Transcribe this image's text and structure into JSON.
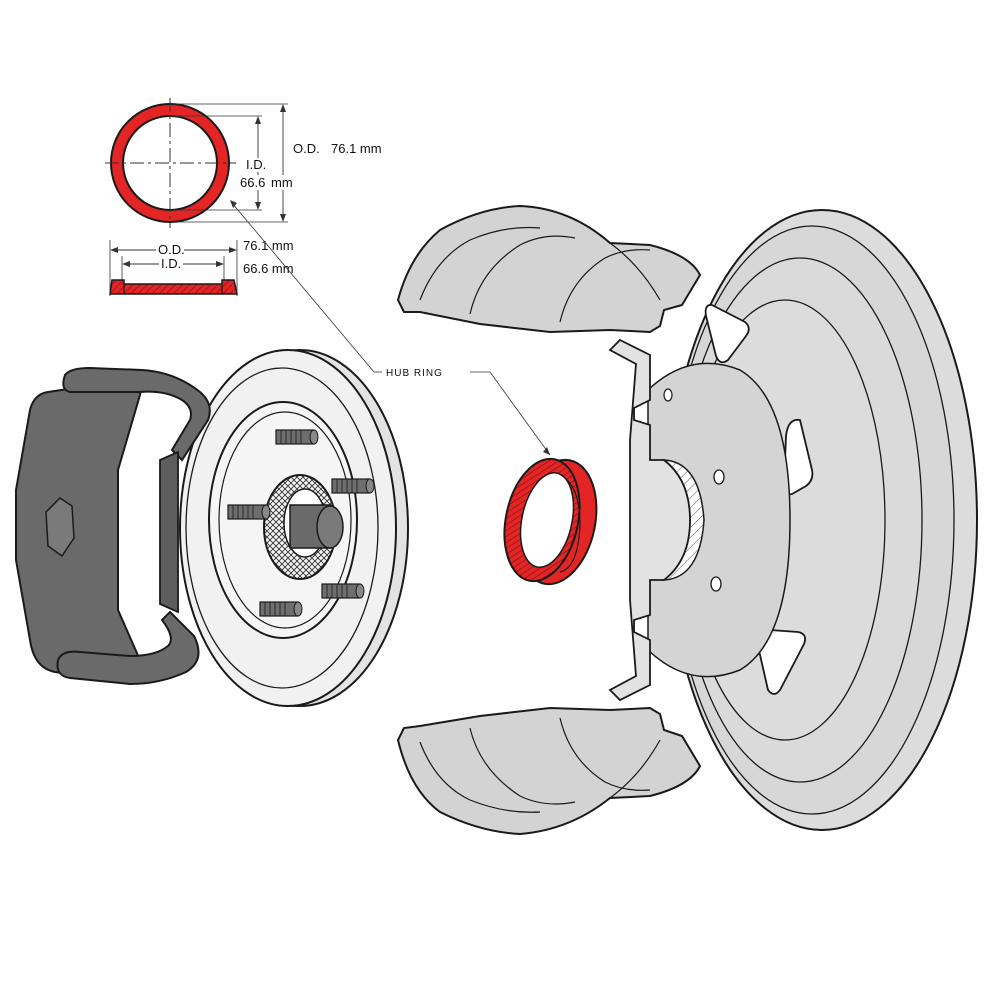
{
  "colors": {
    "ring_red": "#e42525",
    "ring_dark": "#a01818",
    "wheel_fill": "#dcdcdc",
    "wheel_shade": "#cfcfcf",
    "rotor_fill": "#f1f1f1",
    "caliper_fill": "#6a6a6a",
    "stroke": "#1a1a1a"
  },
  "front_view": {
    "od_label": "O.D.",
    "od_value": "76.1 mm",
    "id_label": "I.D.",
    "id_value_a": "66.6",
    "id_value_b": "mm"
  },
  "side_view": {
    "od_label": "O.D.",
    "od_value": "76.1 mm",
    "id_label": "I.D.",
    "id_value": "66.6 mm"
  },
  "callout": {
    "label": "HUB RING"
  },
  "icons": {
    "hub_ring": "hub-ring-icon",
    "wheel": "wheel-icon",
    "rotor": "brake-rotor-icon",
    "caliper": "brake-caliper-icon"
  }
}
